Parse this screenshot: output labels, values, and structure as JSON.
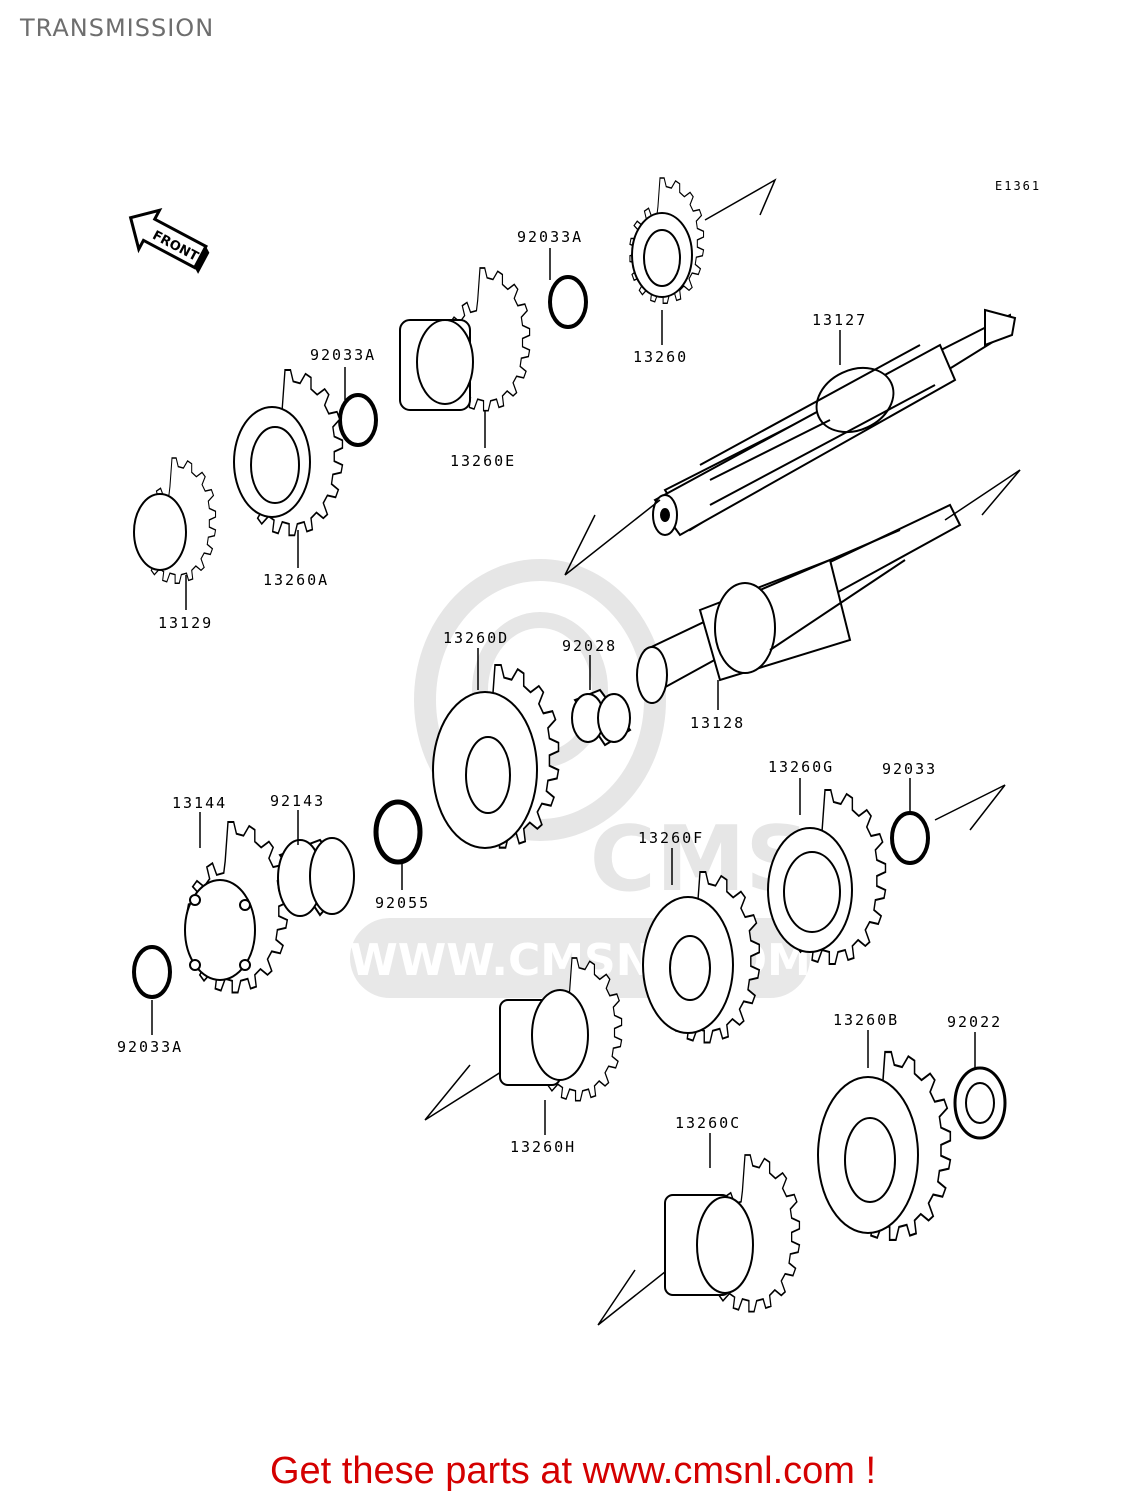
{
  "page": {
    "title": "TRANSMISSION"
  },
  "diagram": {
    "code": "E1361",
    "front_arrow_label": "FRONT",
    "watermark_text": "WWW.CMSNL.COM",
    "parts": [
      {
        "id": "p-92033A-top",
        "label": "92033A"
      },
      {
        "id": "p-13260",
        "label": "13260"
      },
      {
        "id": "p-92033A-mid",
        "label": "92033A"
      },
      {
        "id": "p-13260E",
        "label": "13260E"
      },
      {
        "id": "p-13127",
        "label": "13127"
      },
      {
        "id": "p-13129",
        "label": "13129"
      },
      {
        "id": "p-13260A",
        "label": "13260A"
      },
      {
        "id": "p-13260D",
        "label": "13260D"
      },
      {
        "id": "p-92028",
        "label": "92028"
      },
      {
        "id": "p-13128",
        "label": "13128"
      },
      {
        "id": "p-13260G",
        "label": "13260G"
      },
      {
        "id": "p-92033",
        "label": "92033"
      },
      {
        "id": "p-13144",
        "label": "13144"
      },
      {
        "id": "p-92143",
        "label": "92143"
      },
      {
        "id": "p-92055",
        "label": "92055"
      },
      {
        "id": "p-13260F",
        "label": "13260F"
      },
      {
        "id": "p-92033A-bot",
        "label": "92033A"
      },
      {
        "id": "p-13260B",
        "label": "13260B"
      },
      {
        "id": "p-92022",
        "label": "92022"
      },
      {
        "id": "p-13260H",
        "label": "13260H"
      },
      {
        "id": "p-13260C",
        "label": "13260C"
      }
    ]
  },
  "footer": {
    "text": "Get these parts at www.cmsnl.com !"
  },
  "colors": {
    "title": "#6e6e6e",
    "footer": "#d40000",
    "ink": "#000000",
    "watermark": "#e6e6e6"
  }
}
